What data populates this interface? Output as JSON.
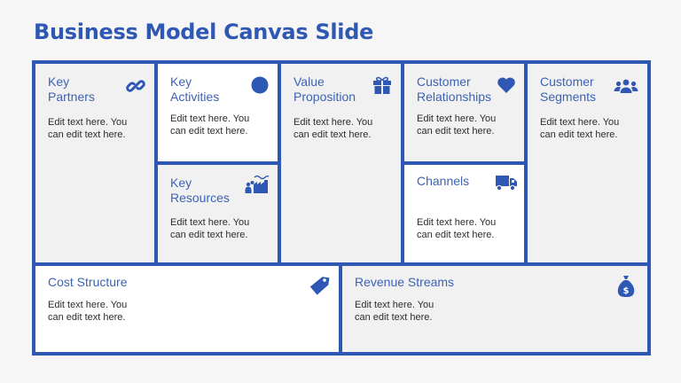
{
  "slide": {
    "title": "Business Model Canvas Slide",
    "accent_color": "#2f58b4",
    "heading_color": "#3d63b3"
  },
  "blocks": {
    "key_partners": {
      "heading_line1": "Key",
      "heading_line2": "Partners",
      "body_line1": "Edit text here. You",
      "body_line2": "can edit text here.",
      "icon": "link-icon"
    },
    "key_activities": {
      "heading_line1": "Key",
      "heading_line2": "Activities",
      "body_line1": "Edit text here. You",
      "body_line2": "can edit text here.",
      "icon": "circle-icon"
    },
    "key_resources": {
      "heading_line1": "Key",
      "heading_line2": "Resources",
      "body_line1": "Edit text here. You",
      "body_line2": "can edit text here.",
      "icon": "factory-people-icon"
    },
    "value_proposition": {
      "heading_line1": "Value",
      "heading_line2": "Proposition",
      "body_line1": "Edit text here. You",
      "body_line2": "can edit text here.",
      "icon": "gift-icon"
    },
    "customer_relationships": {
      "heading_line1": "Customer",
      "heading_line2": "Relationships",
      "body_line1": "Edit text here. You",
      "body_line2": "can edit text here.",
      "icon": "heart-icon"
    },
    "channels": {
      "heading_line1": "Channels",
      "body_line1": "Edit text here. You",
      "body_line2": "can edit text here.",
      "icon": "truck-icon"
    },
    "customer_segments": {
      "heading_line1": "Customer",
      "heading_line2": "Segments",
      "body_line1": "Edit text here. You",
      "body_line2": "can edit text here.",
      "icon": "users-icon"
    },
    "cost_structure": {
      "heading_line1": "Cost Structure",
      "body_line1": "Edit text here. You",
      "body_line2": "can edit text here.",
      "icon": "price-tag-icon"
    },
    "revenue_streams": {
      "heading_line1": "Revenue Streams",
      "body_line1": "Edit text here. You",
      "body_line2": "can edit text here.",
      "icon": "money-bag-icon"
    }
  }
}
